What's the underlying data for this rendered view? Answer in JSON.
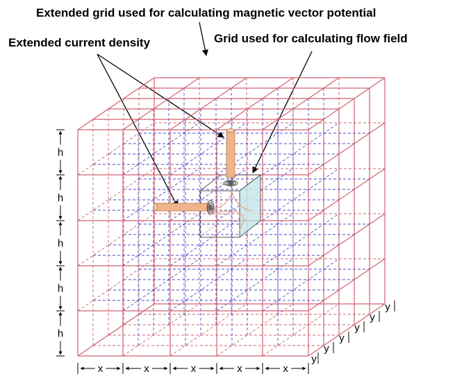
{
  "labels": {
    "extended_grid": "Extended grid used for calculating magnetic vector potential",
    "extended_current": "Extended current density",
    "flow_grid": "Grid used for calculating flow field"
  },
  "dimensions": {
    "h_labels": [
      "h",
      "h",
      "h",
      "h",
      "h"
    ],
    "x_labels": [
      "x",
      "x",
      "x",
      "x",
      "x"
    ],
    "y_labels": [
      "y",
      "y",
      "y",
      "y",
      "y",
      "y"
    ]
  },
  "colors": {
    "grid_red": "#d06070",
    "grid_blue": "#4a4ac8",
    "electrode": "#f0b48a",
    "cube_face": "#c8e8ea",
    "text": "#000000"
  }
}
